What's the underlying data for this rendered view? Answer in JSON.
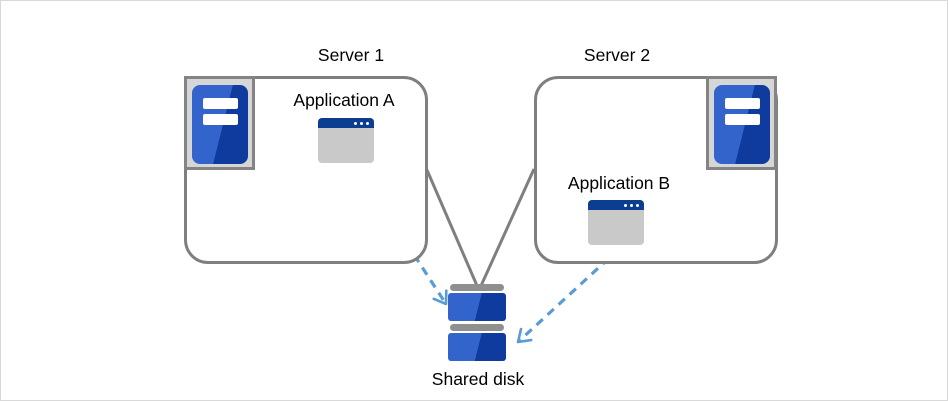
{
  "diagram": {
    "servers": [
      {
        "label": "Server 1",
        "application": {
          "label": "Application A"
        }
      },
      {
        "label": "Server 2",
        "application": {
          "label": "Application B"
        }
      }
    ],
    "shared_disk": {
      "label": "Shared disk"
    }
  },
  "icons": {
    "server": "server-tower-icon",
    "application": "application-window-icon",
    "disk": "shared-disk-stack-icon"
  },
  "colors": {
    "box-border": "#7f7f7f",
    "connector-gray": "#7f7f7f",
    "arrow-blue": "#5b9bd5",
    "icon-blue-light": "#3264cb",
    "icon-blue-dark": "#0f3a9e",
    "titlebar-blue": "#0b3d91",
    "window-body": "#c9c9c9",
    "icon-tray-bg": "#d6d6d6",
    "icon-tray-border": "#848484",
    "disk-bar-gray": "#8f8f8f",
    "text-color": "#000000",
    "canvas-border": "#d9d9d9"
  }
}
